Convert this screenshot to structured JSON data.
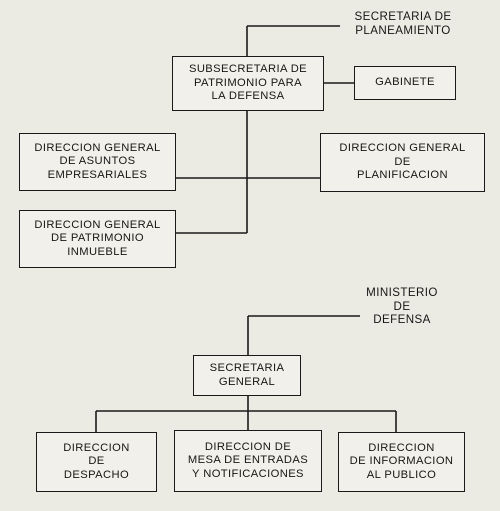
{
  "top_chart": {
    "head_label": "SECRETARIA DE\nPLANEAMIENTO",
    "subsecretaria": "SUBSECRETARIA DE\nPATRIMONIO PARA\nLA DEFENSA",
    "gabinete": "GABINETE",
    "asuntos_empresariales": "DIRECCION GENERAL\nDE ASUNTOS\nEMPRESARIALES",
    "planificacion": "DIRECCION GENERAL\nDE\nPLANIFICACION",
    "patrimonio_inmueble": "DIRECCION GENERAL\nDE PATRIMONIO\nINMUEBLE"
  },
  "bottom_chart": {
    "head_label": "MINISTERIO\nDE\nDEFENSA",
    "secretaria_general": "SECRETARIA\nGENERAL",
    "despacho": "DIRECCION\nDE\nDESPACHO",
    "mesa_entradas": "DIRECCION DE\nMESA DE ENTRADAS\nY NOTIFICACIONES",
    "informacion_publico": "DIRECCION\nDE INFORMACION\nAL PUBLICO"
  }
}
